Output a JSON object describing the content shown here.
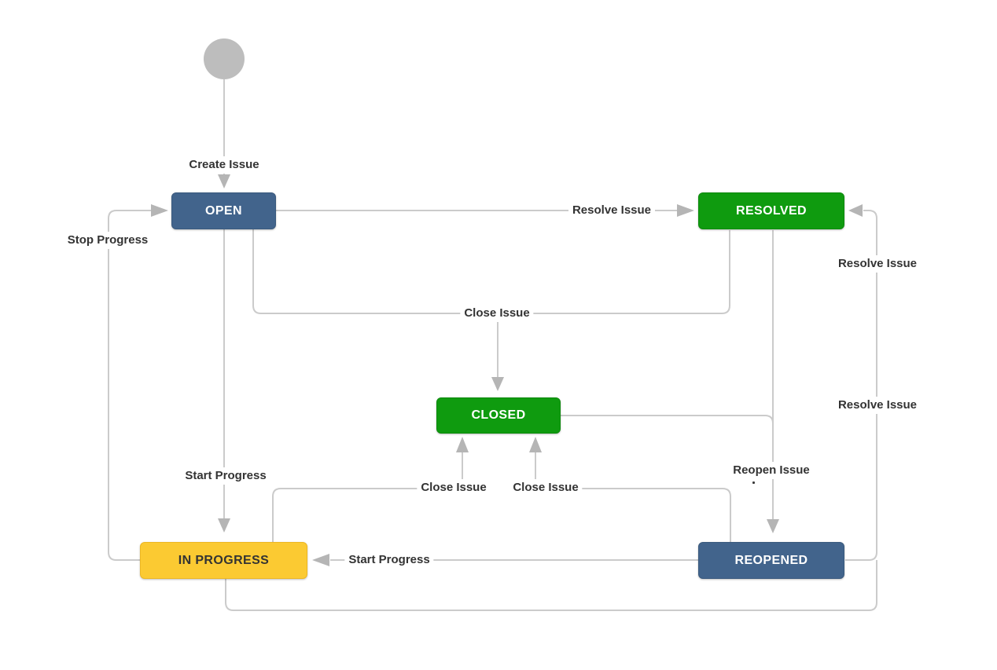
{
  "diagram_type": "issue-workflow-state-diagram",
  "colors": {
    "node_blue": "#42648c",
    "node_green": "#0f9b0f",
    "node_yellow": "#fbca32",
    "edge_line": "#cbcbcb",
    "arrowhead": "#b5b5b5",
    "start_circle": "#bdbdbd",
    "label_text": "#333333"
  },
  "nodes": [
    {
      "id": "open",
      "label": "OPEN",
      "color": "#42648c"
    },
    {
      "id": "resolved",
      "label": "RESOLVED",
      "color": "#0f9b0f"
    },
    {
      "id": "closed",
      "label": "CLOSED",
      "color": "#0f9b0f"
    },
    {
      "id": "in_progress",
      "label": "IN PROGRESS",
      "color": "#fbca32"
    },
    {
      "id": "reopened",
      "label": "REOPENED",
      "color": "#42648c"
    }
  ],
  "edge_labels": [
    {
      "text": "Create Issue"
    },
    {
      "text": "Resolve Issue"
    },
    {
      "text": "Stop Progress"
    },
    {
      "text": "Close Issue"
    },
    {
      "text": "Resolve Issue"
    },
    {
      "text": "Resolve Issue"
    },
    {
      "text": "Start Progress"
    },
    {
      "text": "Close Issue"
    },
    {
      "text": "Close Issue"
    },
    {
      "text": "Reopen Issue"
    },
    {
      "text": "Start Progress"
    }
  ],
  "transitions": [
    {
      "from": "start",
      "to": "OPEN",
      "label": "Create Issue"
    },
    {
      "from": "OPEN",
      "to": "RESOLVED",
      "label": "Resolve Issue"
    },
    {
      "from": "OPEN",
      "to": "CLOSED",
      "label": "Close Issue"
    },
    {
      "from": "RESOLVED",
      "to": "CLOSED",
      "label": "Close Issue"
    },
    {
      "from": "OPEN",
      "to": "IN PROGRESS",
      "label": "Start Progress"
    },
    {
      "from": "IN PROGRESS",
      "to": "OPEN",
      "label": "Stop Progress"
    },
    {
      "from": "IN PROGRESS",
      "to": "CLOSED",
      "label": "Close Issue"
    },
    {
      "from": "REOPENED",
      "to": "CLOSED",
      "label": "Close Issue"
    },
    {
      "from": "RESOLVED",
      "to": "REOPENED",
      "label": "Reopen Issue"
    },
    {
      "from": "CLOSED",
      "to": "REOPENED",
      "label": "Reopen Issue"
    },
    {
      "from": "REOPENED",
      "to": "IN PROGRESS",
      "label": "Start Progress"
    },
    {
      "from": "REOPENED",
      "to": "RESOLVED",
      "label": "Resolve Issue"
    },
    {
      "from": "IN PROGRESS",
      "to": "RESOLVED",
      "label": "Resolve Issue"
    }
  ]
}
